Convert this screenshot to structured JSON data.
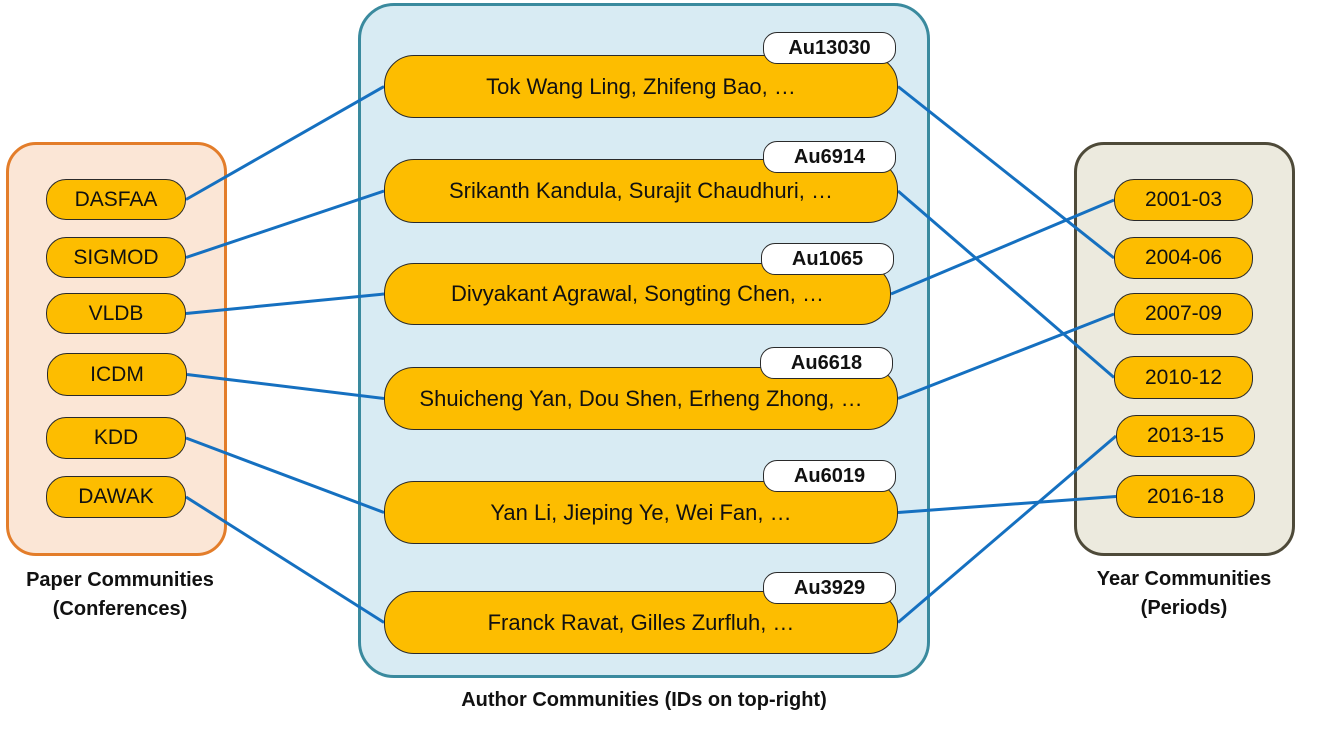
{
  "paper_communities": {
    "caption_line1": "Paper Communities",
    "caption_line2": "(Conferences)",
    "items": [
      "DASFAA",
      "SIGMOD",
      "VLDB",
      "ICDM",
      "KDD",
      "DAWAK"
    ]
  },
  "author_communities": {
    "caption": "Author Communities (IDs on top-right)",
    "items": [
      {
        "id": "Au13030",
        "members": "Tok Wang Ling, Zhifeng Bao, …"
      },
      {
        "id": "Au6914",
        "members": "Srikanth Kandula, Surajit Chaudhuri, …"
      },
      {
        "id": "Au1065",
        "members": "Divyakant Agrawal, Songting Chen, …"
      },
      {
        "id": "Au6618",
        "members": "Shuicheng Yan, Dou Shen, Erheng Zhong, …"
      },
      {
        "id": "Au6019",
        "members": "Yan Li, Jieping Ye, Wei Fan, …"
      },
      {
        "id": "Au3929",
        "members": "Franck Ravat, Gilles Zurfluh, …"
      }
    ]
  },
  "year_communities": {
    "caption_line1": "Year Communities",
    "caption_line2": "(Periods)",
    "items": [
      "2001-03",
      "2004-06",
      "2007-09",
      "2010-12",
      "2013-15",
      "2016-18"
    ]
  },
  "colors": {
    "link": "#1570c0",
    "node_fill": "#fdbd00",
    "paper_border": "#e37d2a",
    "author_border": "#3a8a9e",
    "year_border": "#4e4a39"
  },
  "links": {
    "paper_to_author": [
      [
        0,
        0
      ],
      [
        1,
        1
      ],
      [
        2,
        2
      ],
      [
        3,
        3
      ],
      [
        4,
        4
      ],
      [
        5,
        5
      ]
    ],
    "author_to_year": [
      [
        0,
        1
      ],
      [
        1,
        3
      ],
      [
        2,
        0
      ],
      [
        3,
        2
      ],
      [
        4,
        5
      ],
      [
        5,
        4
      ]
    ]
  }
}
